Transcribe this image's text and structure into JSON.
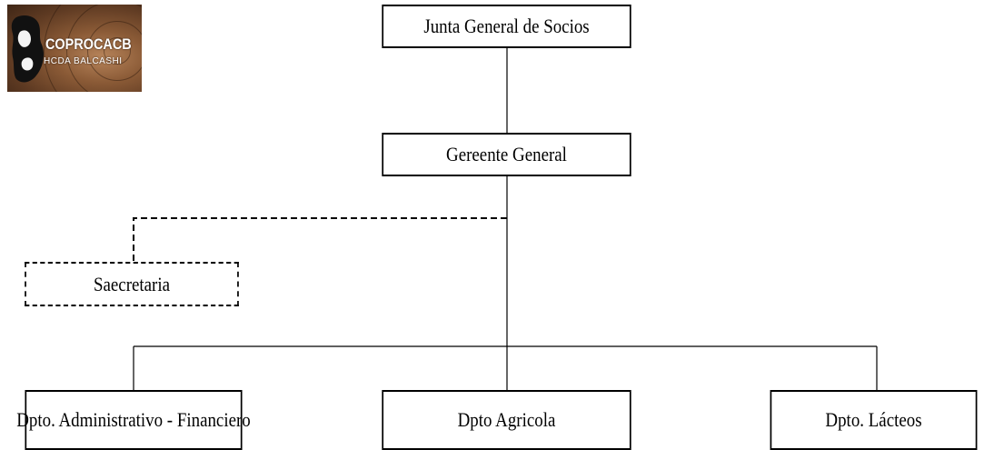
{
  "logo": {
    "name": "COPROCACB",
    "subtitle": "HCDA BALCASHI"
  },
  "org_chart": {
    "top": "Junta General de Socios",
    "manager": "Gereente General",
    "staff": "Saecretaria",
    "departments": [
      "Dpto. Administrativo - Financiero",
      "Dpto Agricola",
      "Dpto. Lácteos"
    ]
  }
}
